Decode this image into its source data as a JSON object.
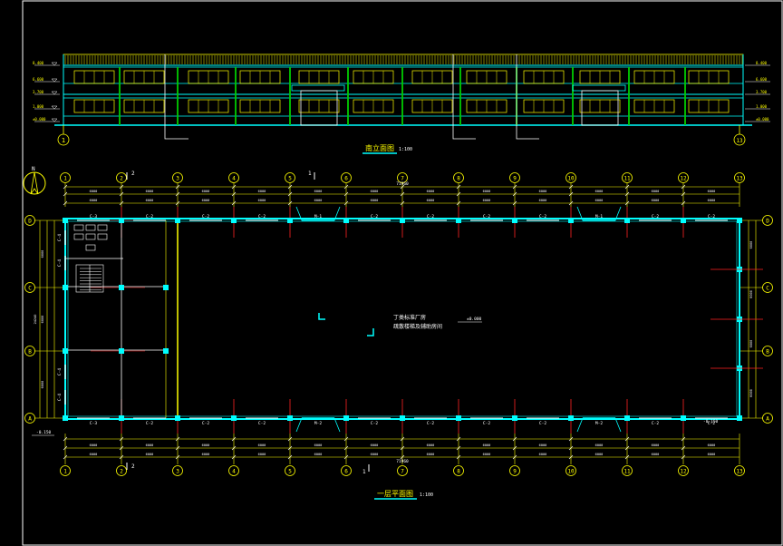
{
  "elevation": {
    "title": "南立面图",
    "scale": "1:100",
    "level_marks_left": [
      "8.400",
      "6.600",
      "3.700",
      "1.000",
      "±0.000"
    ],
    "level_marks_right": [
      "8.400",
      "6.600",
      "3.700",
      "1.000",
      "±0.000"
    ],
    "left_axis": "1",
    "right_axis": "13"
  },
  "plan": {
    "title": "一层平面图",
    "scale": "1:100",
    "axis_numbers": [
      "1",
      "2",
      "3",
      "4",
      "5",
      "6",
      "7",
      "8",
      "9",
      "10",
      "11",
      "12",
      "13"
    ],
    "axis_letters_top_to_bottom": [
      "D",
      "C",
      "B",
      "A"
    ],
    "north_label": "N",
    "section_marks": [
      "2",
      "1"
    ],
    "center_note_line1": "丁类标准厂房",
    "center_note_line2": "疏散楼梯及辅助房间",
    "center_level": "±0.000",
    "overall_dimension_top": "71960",
    "overall_dimension_bottom": "71960",
    "bay_dimension": "6000",
    "window_labels_top": [
      "C-3",
      "C-2",
      "C-2",
      "C-2",
      "M-1",
      "C-2",
      "C-2",
      "C-2",
      "C-2",
      "M-1",
      "C-2",
      "C-2"
    ],
    "window_labels_bottom": [
      "C-3",
      "C-2",
      "C-2",
      "C-2",
      "M-2",
      "C-2",
      "C-2",
      "C-2",
      "C-2",
      "M-2",
      "C-2",
      "C-2"
    ],
    "left_window_labels": [
      "C-4",
      "C-4",
      "C-4",
      "C-4"
    ],
    "right_dimensions": [
      "6000",
      "6000",
      "6000",
      "6000"
    ],
    "left_dimensions": [
      "6000",
      "6000",
      "6000",
      "24240"
    ],
    "outside_level_left": "-0.150",
    "outside_level_right": "-0.150"
  }
}
